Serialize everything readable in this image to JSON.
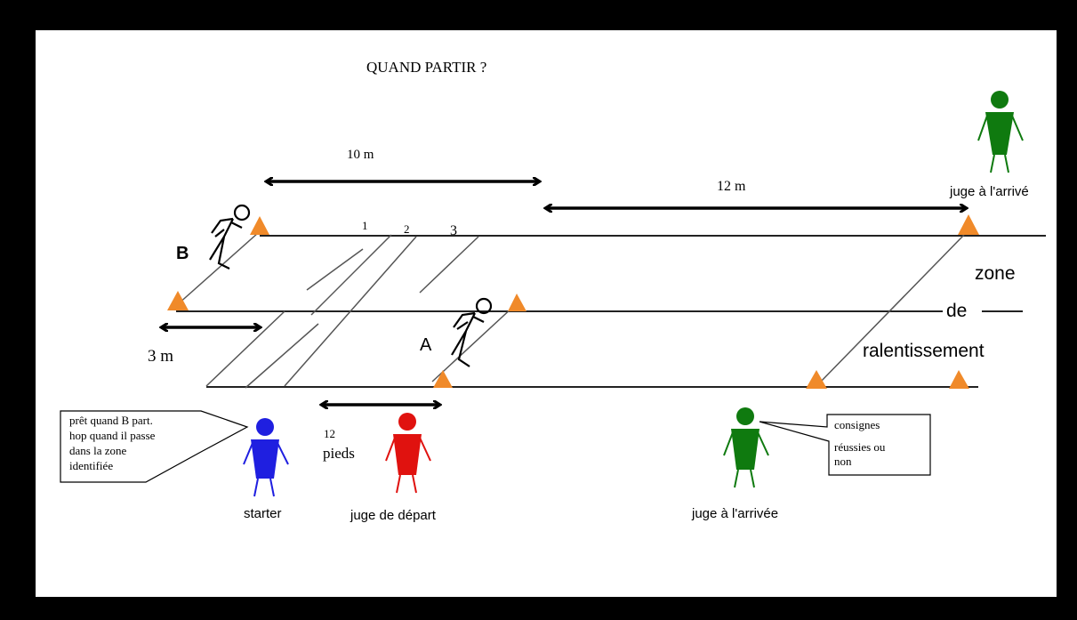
{
  "title": "QUAND PARTIR ?",
  "distances": {
    "ten_m": "10 m",
    "twelve_m": "12 m",
    "three_m": "3 m",
    "twelve_feet_num": "12",
    "twelve_feet_unit": "pieds"
  },
  "zones": [
    "1",
    "2",
    "3"
  ],
  "runners": {
    "b": "B",
    "a": "A"
  },
  "slow_zone": {
    "line1": "zone",
    "line2": "de",
    "line3": "ralentissement"
  },
  "starter_bubble": [
    "prêt quand B part.",
    "hop quand il passe",
    "dans la zone",
    "identifiée"
  ],
  "judge_bubble": [
    "consignes",
    "réussies ou",
    "non"
  ],
  "people": {
    "starter": "starter",
    "start_judge": "juge de départ",
    "finish_judge": "juge à l'arrivée",
    "finish_judge_top": "juge à l'arrivé"
  },
  "colors": {
    "starter": "#1f1fe0",
    "start_judge": "#e0120f",
    "finish_judge": "#0f7a0f",
    "cone": "#f08a2a"
  }
}
